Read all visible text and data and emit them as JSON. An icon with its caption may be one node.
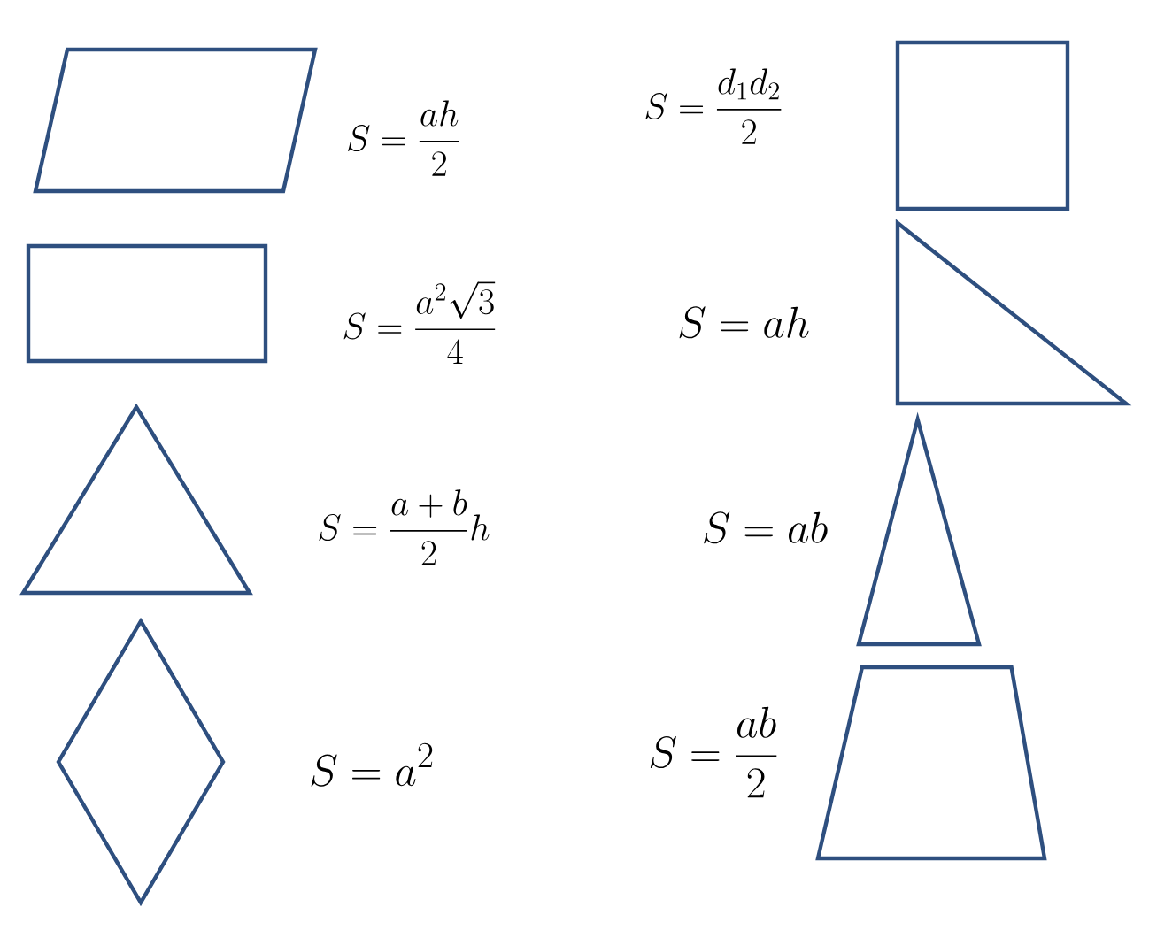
{
  "diagram": {
    "nodes": [
      {
        "text": [],
        "shape": "parallelogram"
      },
      {
        "text": [],
        "shape": "square"
      },
      {
        "text": [],
        "shape": "rectangle"
      },
      {
        "text": [],
        "shape": "triangle"
      },
      {
        "text": [],
        "shape": "triangle"
      },
      {
        "text": [],
        "shape": "triangle"
      },
      {
        "text": [],
        "shape": "diamond"
      },
      {
        "text": [],
        "shape": "trapezoid"
      }
    ],
    "labels": [
      "S=\\frac{ah}{2}",
      "S=\\frac{d_1d_2}{2}",
      "S=\\frac{a^2\\sqrt{3}}{4}",
      "S=ah",
      "S=\\frac{a+b}{2}h",
      "S=ab",
      "S=a^2",
      "S=\\frac{ab}{2}"
    ]
  }
}
